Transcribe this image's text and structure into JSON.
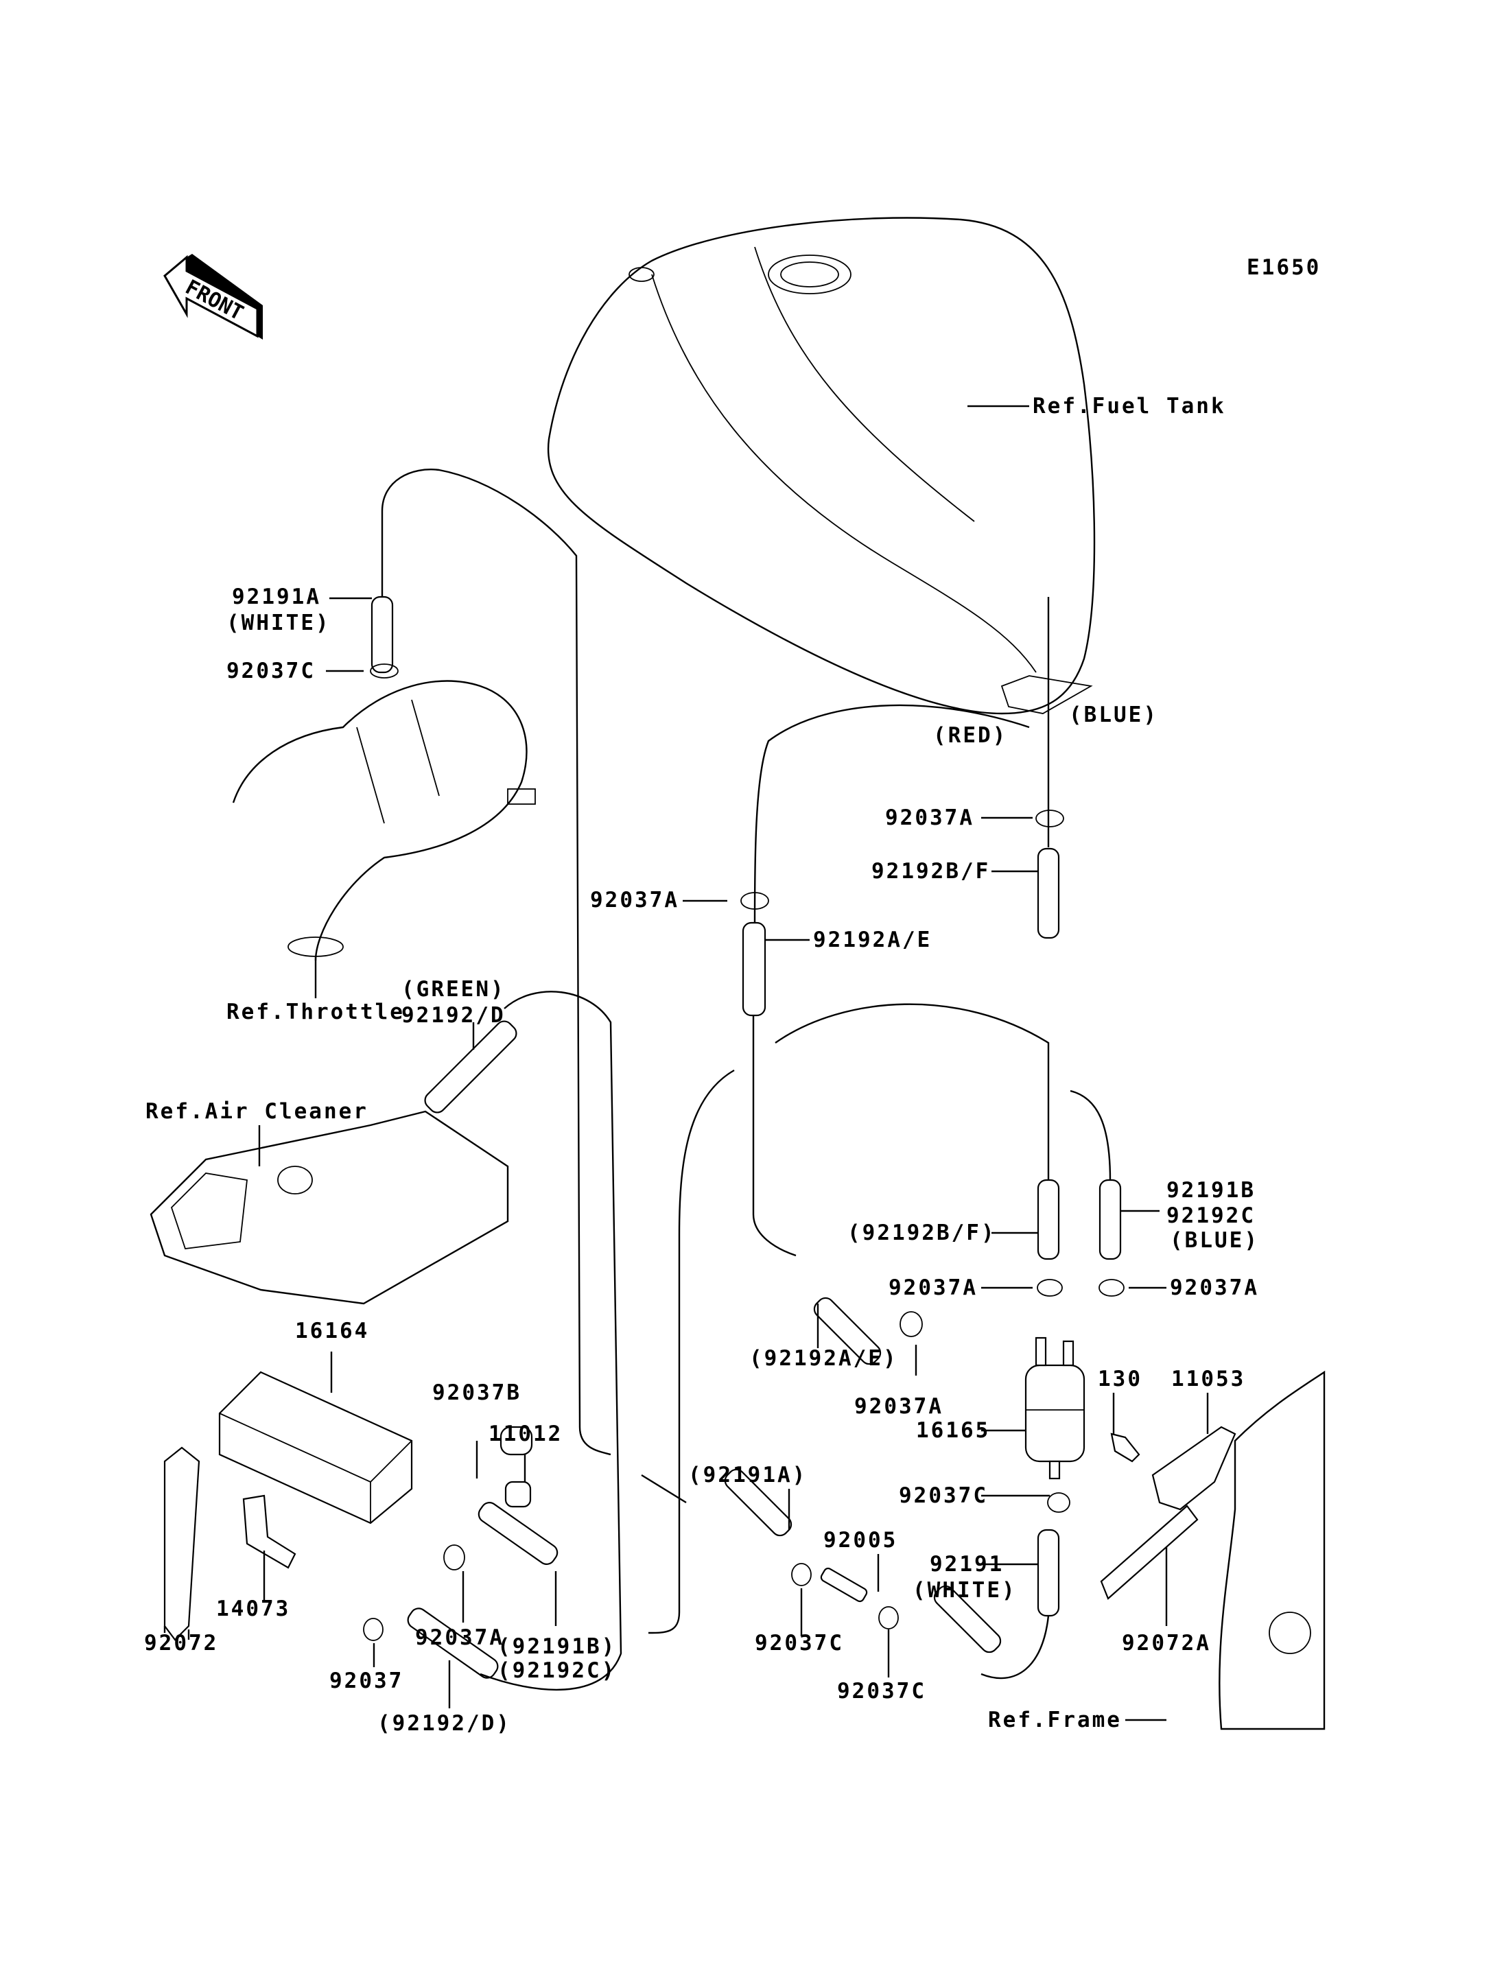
{
  "diagram": {
    "code": "E1650",
    "orientation_label": "FRONT",
    "references": {
      "fuel_tank": "Ref.Fuel Tank",
      "throttle": "Ref.Throttle",
      "air_cleaner": "Ref.Air Cleaner",
      "frame": "Ref.Frame"
    },
    "callouts": [
      {
        "id": "c1",
        "lines": [
          "92191A",
          "(WHITE)"
        ]
      },
      {
        "id": "c2",
        "lines": [
          "92037C"
        ]
      },
      {
        "id": "c3",
        "lines": [
          "(RED)"
        ]
      },
      {
        "id": "c4",
        "lines": [
          "(BLUE)"
        ]
      },
      {
        "id": "c5",
        "lines": [
          "92037A"
        ]
      },
      {
        "id": "c6",
        "lines": [
          "92192B/F"
        ]
      },
      {
        "id": "c7",
        "lines": [
          "92037A"
        ]
      },
      {
        "id": "c8",
        "lines": [
          "92192A/E"
        ]
      },
      {
        "id": "c9",
        "lines": [
          "(GREEN)",
          "92192/D"
        ]
      },
      {
        "id": "c10",
        "lines": [
          "92191B",
          "92192C",
          "(BLUE)"
        ]
      },
      {
        "id": "c11",
        "lines": [
          "(92192B/F)"
        ]
      },
      {
        "id": "c12",
        "lines": [
          "92037A"
        ]
      },
      {
        "id": "c13",
        "lines": [
          "92037A"
        ]
      },
      {
        "id": "c14",
        "lines": [
          "(92192A/E)"
        ]
      },
      {
        "id": "c15",
        "lines": [
          "92037A"
        ]
      },
      {
        "id": "c16",
        "lines": [
          "16165"
        ]
      },
      {
        "id": "c17",
        "lines": [
          "130"
        ]
      },
      {
        "id": "c18",
        "lines": [
          "11053"
        ]
      },
      {
        "id": "c19",
        "lines": [
          "16164"
        ]
      },
      {
        "id": "c20",
        "lines": [
          "92037B"
        ]
      },
      {
        "id": "c21",
        "lines": [
          "11012"
        ]
      },
      {
        "id": "c22",
        "lines": [
          "(92191A)"
        ]
      },
      {
        "id": "c23",
        "lines": [
          "92005"
        ]
      },
      {
        "id": "c24",
        "lines": [
          "92037C"
        ]
      },
      {
        "id": "c25",
        "lines": [
          "92191",
          "(WHITE)"
        ]
      },
      {
        "id": "c26",
        "lines": [
          "14073"
        ]
      },
      {
        "id": "c27",
        "lines": [
          "92037A"
        ]
      },
      {
        "id": "c28",
        "lines": [
          "92072"
        ]
      },
      {
        "id": "c29",
        "lines": [
          "92037"
        ]
      },
      {
        "id": "c30",
        "lines": [
          "(92191B)",
          "(92192C)"
        ]
      },
      {
        "id": "c31",
        "lines": [
          "(92192/D)"
        ]
      },
      {
        "id": "c32",
        "lines": [
          "92037C"
        ]
      },
      {
        "id": "c33",
        "lines": [
          "92037C"
        ]
      },
      {
        "id": "c34",
        "lines": [
          "92072A"
        ]
      }
    ]
  }
}
